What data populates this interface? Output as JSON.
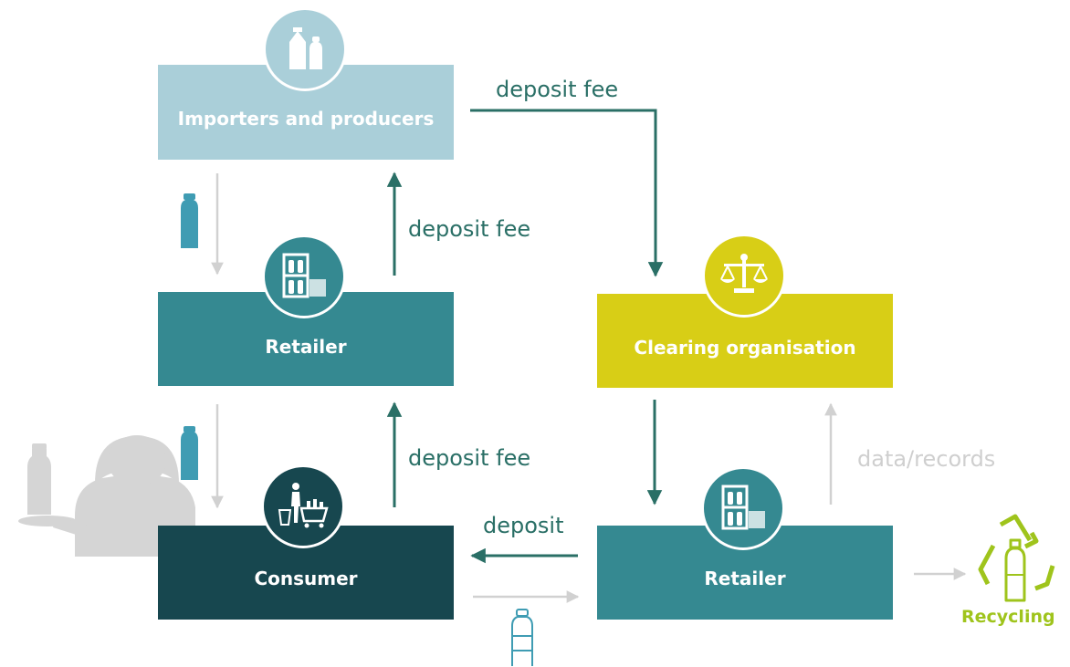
{
  "nodes": {
    "importers": {
      "label": "Importers and producers",
      "icon": "carton-and-bottle-icon"
    },
    "retailer_left": {
      "label": "Retailer",
      "icon": "shelf-with-bottles-icon"
    },
    "clearing": {
      "label": "Clearing organisation",
      "icon": "scales-of-justice-icon"
    },
    "consumer": {
      "label": "Consumer",
      "icon": "person-with-trolley-icon"
    },
    "retailer_right": {
      "label": "Retailer",
      "icon": "shelf-with-bottles-icon"
    }
  },
  "flows": {
    "importers_to_clearing": "deposit fee",
    "retailer_to_importers": "deposit fee",
    "consumer_to_retailer": "deposit fee",
    "retailer_to_consumer": "deposit",
    "retailer_to_clearing": "data/records"
  },
  "recycling": {
    "label": "Recycling",
    "icon": "recycling-symbol-icon"
  },
  "decorations": {
    "bottle_icon": "plastic-bottle-icon",
    "person_icon": "person-holding-bottle-icon"
  },
  "colors": {
    "importers": "#aacfd9",
    "retailer": "#358991",
    "clearing": "#d8ce16",
    "consumer": "#17474f",
    "money_flow": "#2a6f66",
    "goods_flow": "#d1d1d1",
    "recycling": "#9fc41c",
    "bottle": "#3f9cb3"
  }
}
